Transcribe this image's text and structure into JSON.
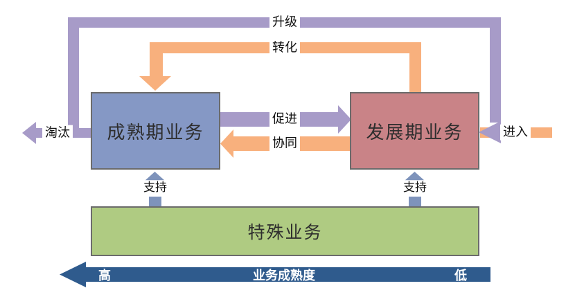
{
  "boxes": {
    "mature": {
      "label": "成熟期业务",
      "fill": "#8598C5"
    },
    "developing": {
      "label": "发展期业务",
      "fill": "#C98387"
    },
    "special": {
      "label": "特殊业务",
      "fill": "#AFCB82"
    }
  },
  "arrows": {
    "upgrade": {
      "label": "升级",
      "color": "#A79BC8"
    },
    "transform": {
      "label": "转化",
      "color": "#F8B07D"
    },
    "promote": {
      "label": "促进",
      "color": "#A79BC8"
    },
    "synergy": {
      "label": "协同",
      "color": "#F8B07D"
    },
    "eliminate": {
      "label": "淘汰",
      "color": "#A79BC8"
    },
    "enter": {
      "label": "进入",
      "color": "#F8B07D"
    },
    "support_left": {
      "label": "支持",
      "color": "#7E93BB"
    },
    "support_right": {
      "label": "支持",
      "color": "#7E93BB"
    }
  },
  "axis": {
    "high_label": "高",
    "title": "业务成熟度",
    "low_label": "低",
    "color": "#2F5B8D"
  }
}
